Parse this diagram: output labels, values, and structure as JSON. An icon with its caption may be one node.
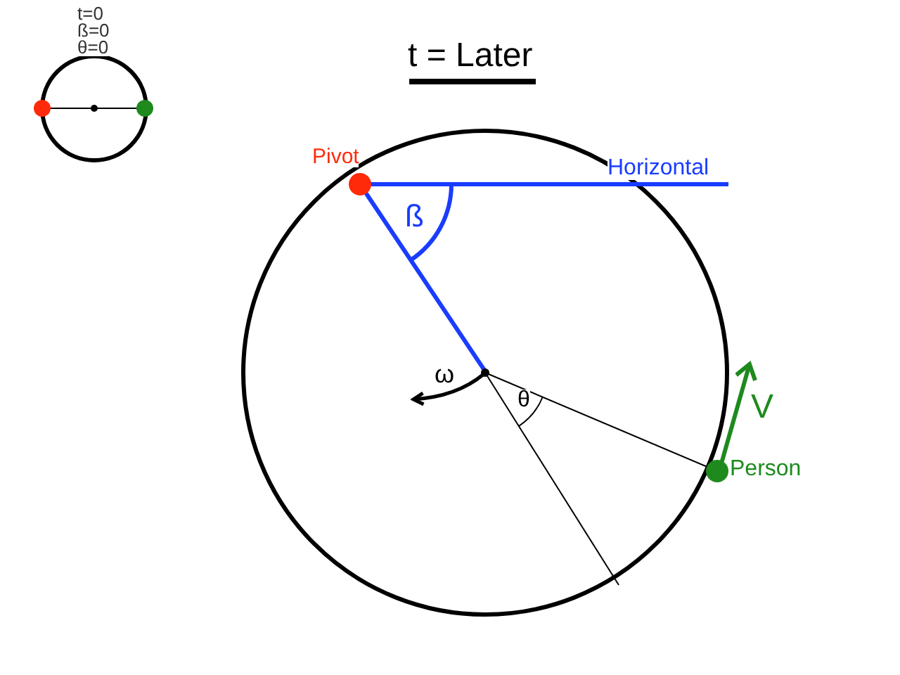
{
  "diagram": {
    "title": "t = Later",
    "labels": [
      "t=0",
      "ß=0",
      "θ=0",
      "Pivot",
      "Horizontal",
      "ß",
      "ω",
      "θ",
      "V",
      "Person"
    ]
  }
}
